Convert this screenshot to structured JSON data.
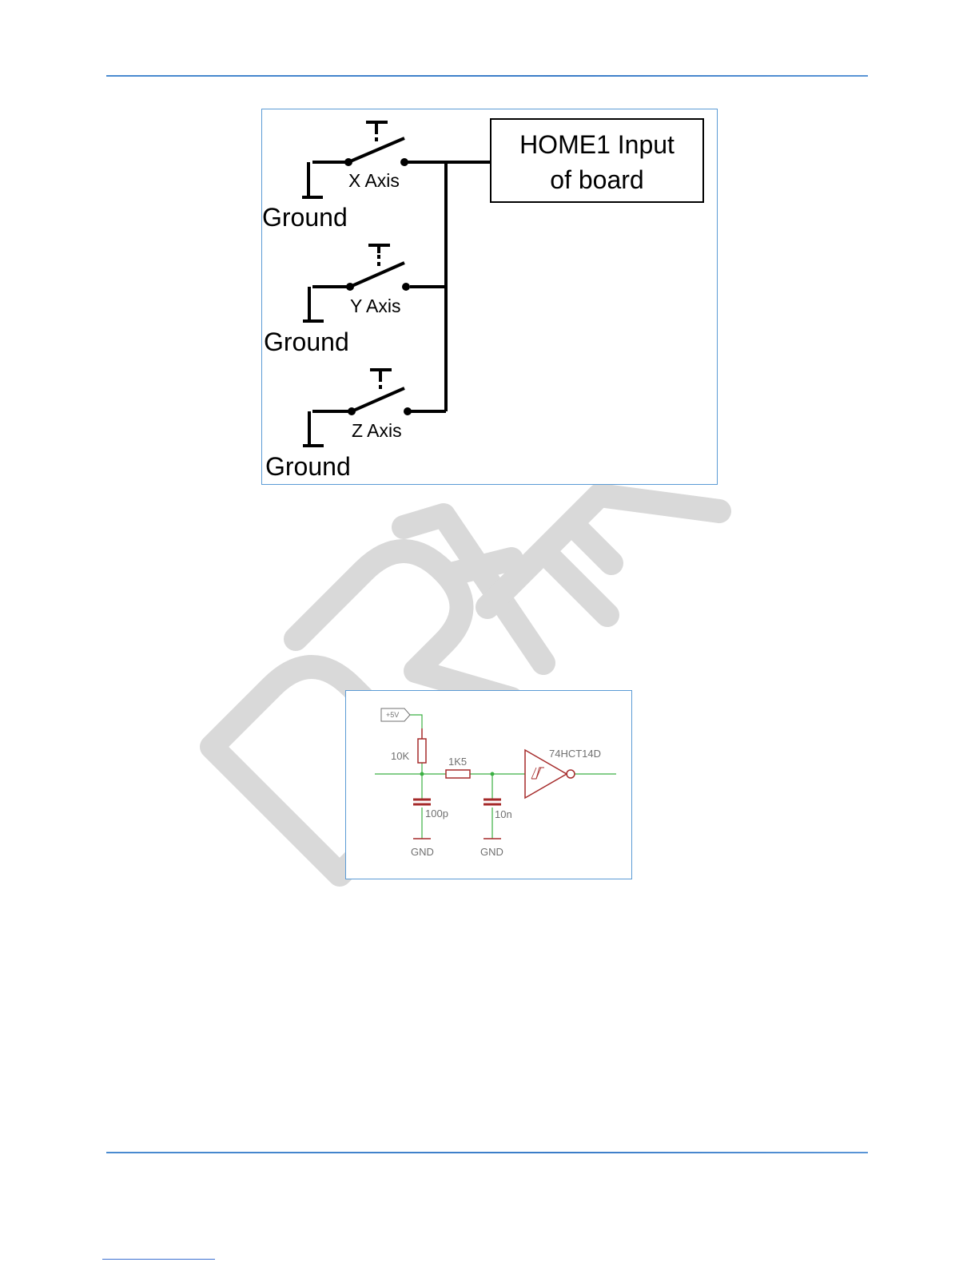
{
  "watermark": "DRAFT",
  "figure1": {
    "home_box_line1": "HOME1 Input",
    "home_box_line2": "of board",
    "switches": [
      {
        "axis_label": "X Axis",
        "ground_label": "Ground"
      },
      {
        "axis_label": "Y Axis",
        "ground_label": "Ground"
      },
      {
        "axis_label": "Z Axis",
        "ground_label": "Ground"
      }
    ]
  },
  "figure2": {
    "supply_label": "+5V",
    "r1_label": "10K",
    "r2_label": "1K5",
    "c1_label": "100p",
    "c2_label": "10n",
    "gnd1_label": "GND",
    "gnd2_label": "GND",
    "ic_label": "74HCT14D"
  },
  "colors": {
    "rule": "#3a7cc8",
    "figure_border": "#5b9bd5",
    "watermark": "#d9d9d9",
    "schematic_part": "#a52a2a",
    "schematic_wire": "#3cb043",
    "schematic_text": "#707070"
  }
}
